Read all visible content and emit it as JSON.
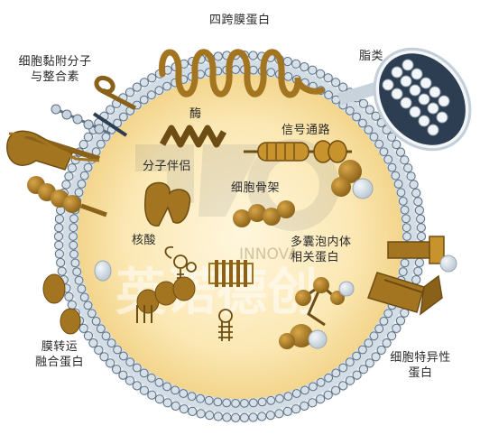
{
  "labels": {
    "tetraspanin": "四跨膜蛋白",
    "adhesion_line1": "细胞黏附分子",
    "adhesion_line2": "与整合素",
    "lipids": "脂类",
    "enzyme": "酶",
    "signaling": "信号通路",
    "chaperone": "分子伴侣",
    "cytoskeleton": "细胞骨架",
    "mvb_line1": "多囊泡内体",
    "mvb_line2": "相关蛋白",
    "nucleic_acid": "核酸",
    "fusion_line1": "膜转运",
    "fusion_line2": "融合蛋白",
    "cell_specific_line1": "细胞特异性",
    "cell_specific_line2": "蛋白"
  },
  "watermark": {
    "latin": "INNOVA",
    "chinese": "英诺德创"
  },
  "colors": {
    "lumen": "#f6dc98",
    "lumen_center": "#fff6dd",
    "protein_brown": "#a37520",
    "protein_dark": "#6e4d14",
    "lipid_head": "#d7e1ea",
    "lipid_outline": "#5d6f80",
    "lipid_dark": "#2d3d52",
    "label_text": "#2a2a2a"
  }
}
